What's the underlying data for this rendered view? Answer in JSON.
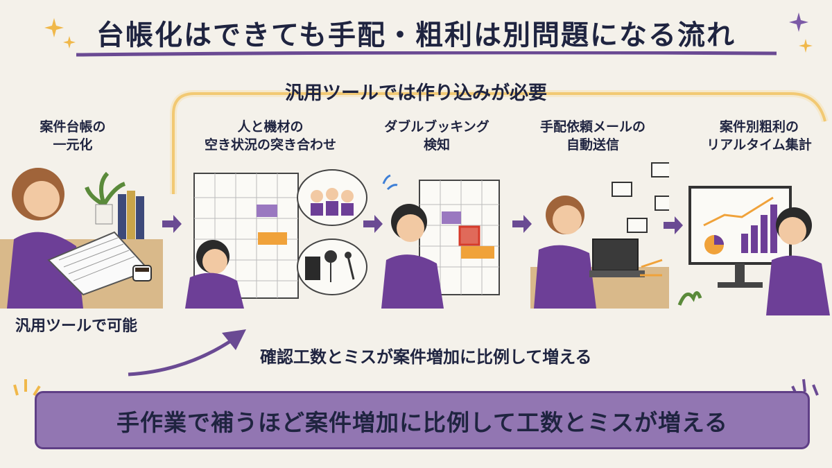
{
  "title": "台帳化はできても手配・粗利は別問題になる流れ",
  "banner": "汎用ツールでは作り込みが必要",
  "steps": [
    {
      "label_line1": "案件台帳の",
      "label_line2": "一元化"
    },
    {
      "label_line1": "人と機材の",
      "label_line2": "空き状況の突き合わせ"
    },
    {
      "label_line1": "ダブルブッキング",
      "label_line2": "検知"
    },
    {
      "label_line1": "手配依頼メールの",
      "label_line2": "自動送信"
    },
    {
      "label_line1": "案件別粗利の",
      "label_line2": "リアルタイム集計"
    }
  ],
  "note_possible": "汎用ツールで可能",
  "note_errors": "確認工数とミスが案件増加に比例して増える",
  "bottom_message": "手作業で補うほど案件増加に比例して工数とミスが増える",
  "colors": {
    "purple": "#5f3f86",
    "purple_light": "#9276b2",
    "orange": "#f0a23a",
    "navy": "#1f2440",
    "background": "#f4f1ea"
  }
}
